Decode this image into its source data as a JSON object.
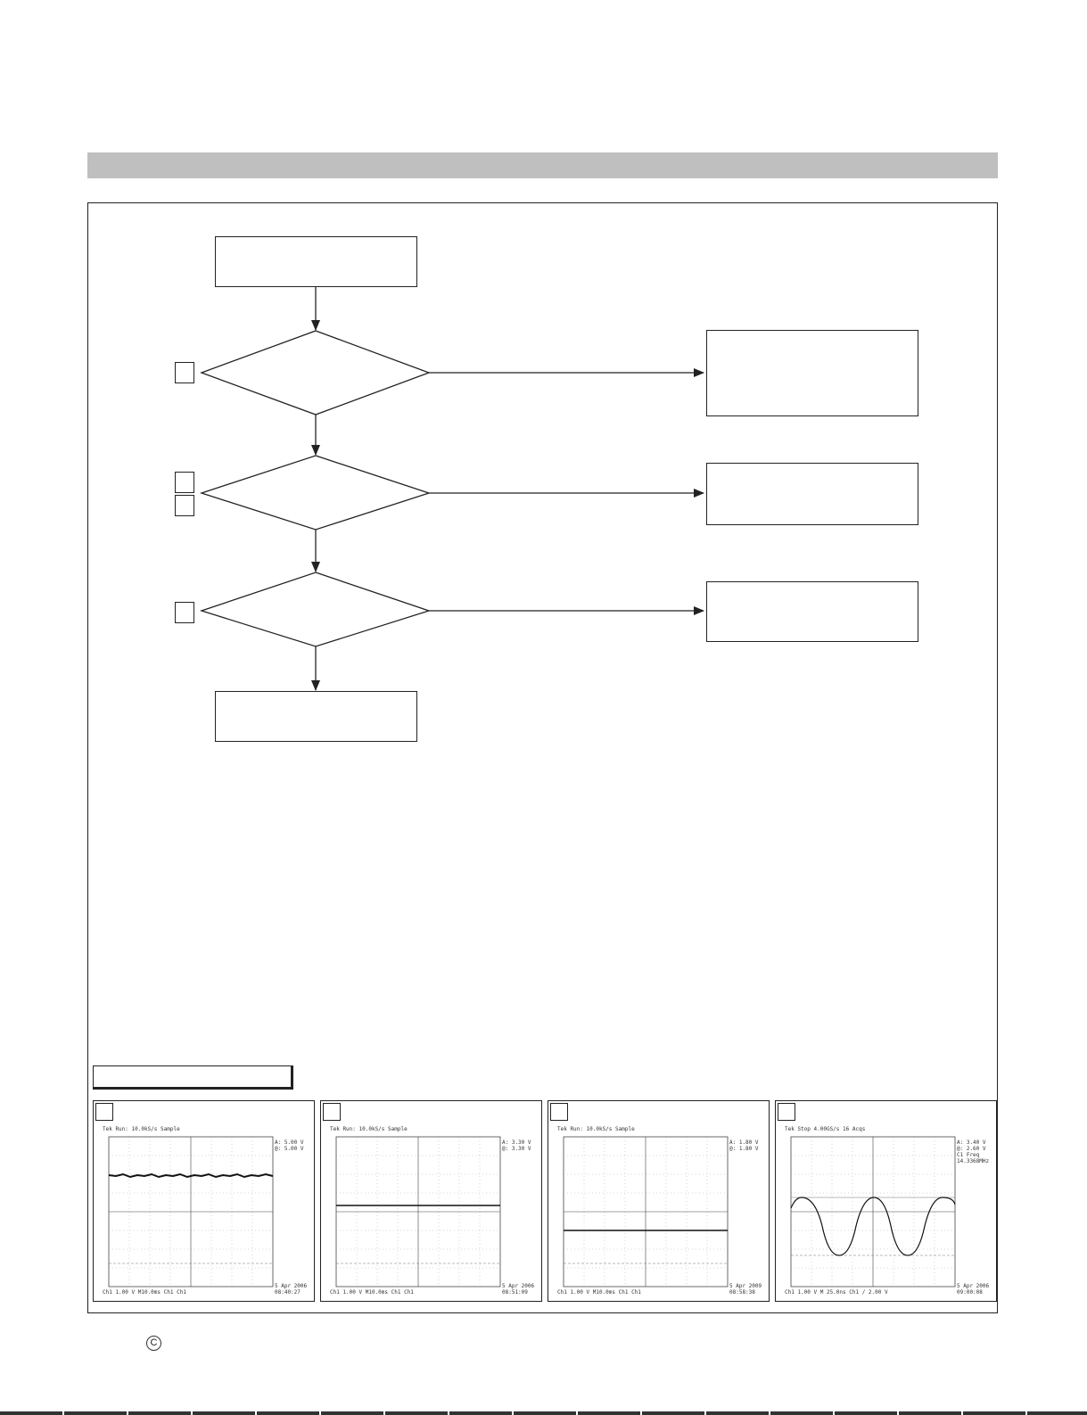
{
  "footer": {
    "copyright_symbol": "C"
  },
  "waveforms": {
    "panels": [
      {
        "header": "Tek Run: 10.0kS/s    Sample",
        "readout": [
          "A: 5.00 V",
          "@: 5.00 V"
        ],
        "bottom": "Ch1  1.00 V         M10.0ms  Ch1 Ch1",
        "date": [
          "5 Apr 2006",
          "08:40:27"
        ]
      },
      {
        "header": "Tek Run: 10.0kS/s    Sample",
        "readout": [
          "A: 3.30 V",
          "@: 3.30 V"
        ],
        "bottom": "Ch1  1.00 V         M10.0ms  Ch1 Ch1",
        "date": [
          "5 Apr 2006",
          "08:51:09"
        ]
      },
      {
        "header": "Tek Run: 10.0kS/s    Sample",
        "readout": [
          "A: 1.80 V",
          "@: 1.80 V"
        ],
        "bottom": "Ch1  1.00 V         M10.0ms  Ch1 Ch1",
        "date": [
          "5 Apr 2009",
          "08:58:38"
        ]
      },
      {
        "header": "Tek Stop 4.00GS/s         16 Acqs",
        "readout": [
          "A: 3.40 V",
          "@: 2.60 V",
          "C1 Freq",
          "14.3368MHz"
        ],
        "bottom": "Ch1  1.00 V         M 25.0ns  Ch1 /  2.00 V",
        "date": [
          "5 Apr 2006",
          "09:00:08"
        ]
      }
    ]
  }
}
